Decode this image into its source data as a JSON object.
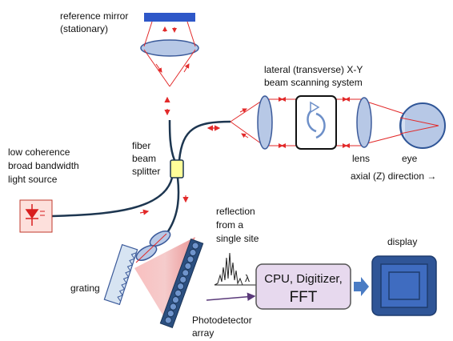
{
  "labels": {
    "reference_mirror_1": "reference  mirror",
    "reference_mirror_2": "(stationary)",
    "scanning_1": "lateral  (transverse)  X-Y",
    "scanning_2": "beam scanning system",
    "source_1": "low coherence",
    "source_2": "broad bandwidth",
    "source_3": "light source",
    "splitter_1": "fiber",
    "splitter_2": "beam",
    "splitter_3": "splitter",
    "lens": "lens",
    "eye": "eye",
    "axial": "axial (Z) direction →",
    "reflection_1": "reflection",
    "reflection_2": "from a",
    "reflection_3": "single site",
    "lambda": "λ",
    "grating": "grating",
    "detector_1": "Photodetector",
    "detector_2": "array",
    "cpu_1": "CPU, Digitizer,",
    "cpu_2": "FFT",
    "display": "display"
  },
  "colors": {
    "mirror": "#2e57c8",
    "lens_fill": "#b7c8e6",
    "lens_stroke": "#3b5a9a",
    "beam": "#e22a2a",
    "fiber": "#1d3650",
    "splitter": "#ffff99",
    "source_box": "#fde0dc",
    "grating": "#d7e4f2",
    "detector": "#2b4f80",
    "cpu_box": "#e7d9ee",
    "display_frame": "#2f5597",
    "display_screen": "#3f6cc0",
    "arrow_blue": "#4a7cc4"
  }
}
